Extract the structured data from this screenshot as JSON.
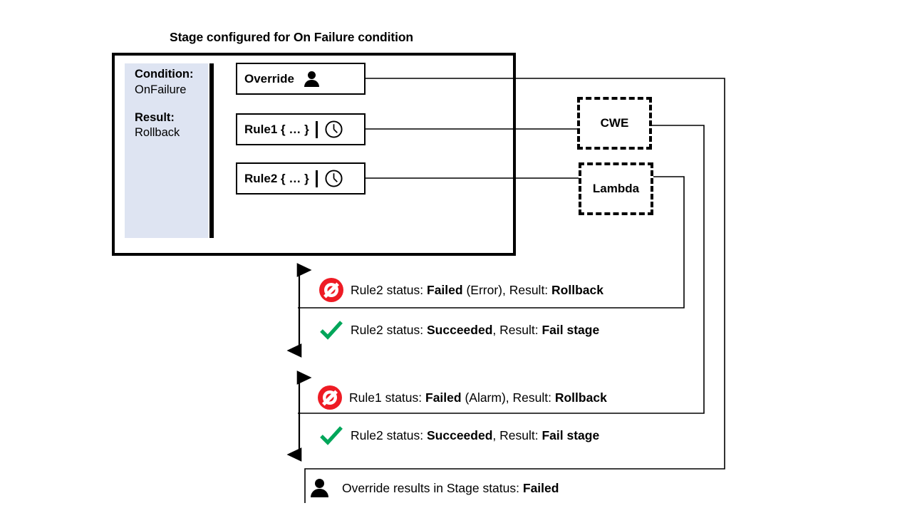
{
  "title": "Stage configured for On Failure condition",
  "condition_panel": {
    "condition_key": "Condition:",
    "condition_value": "OnFailure",
    "result_key": "Result:",
    "result_value": "Rollback"
  },
  "actions": [
    {
      "label": "Override",
      "icon": "person-icon"
    },
    {
      "label": "Rule1 { … }",
      "icon": "clock-icon"
    },
    {
      "label": "Rule2 { … }",
      "icon": "clock-icon"
    }
  ],
  "nodes": [
    {
      "label": "CWE"
    },
    {
      "label": "Lambda"
    }
  ],
  "messages": [
    {
      "icon": "no-entry-icon",
      "parts": [
        {
          "text": "Rule2 status: ",
          "bold": false
        },
        {
          "text": "Failed",
          "bold": true
        },
        {
          "text": " (Error), Result: ",
          "bold": false
        },
        {
          "text": "Rollback",
          "bold": true
        }
      ]
    },
    {
      "icon": "check-icon",
      "parts": [
        {
          "text": "Rule2 status: ",
          "bold": false
        },
        {
          "text": "Succeeded",
          "bold": true
        },
        {
          "text": ", Result: ",
          "bold": false
        },
        {
          "text": "Fail stage",
          "bold": true
        }
      ]
    },
    {
      "icon": "no-entry-icon",
      "parts": [
        {
          "text": "Rule1 status: ",
          "bold": false
        },
        {
          "text": "Failed",
          "bold": true
        },
        {
          "text": " (Alarm), Result: ",
          "bold": false
        },
        {
          "text": "Rollback",
          "bold": true
        }
      ]
    },
    {
      "icon": "check-icon",
      "parts": [
        {
          "text": "Rule2 status: ",
          "bold": false
        },
        {
          "text": "Succeeded",
          "bold": true
        },
        {
          "text": ", Result: ",
          "bold": false
        },
        {
          "text": "Fail stage",
          "bold": true
        }
      ]
    },
    {
      "icon": "person-icon",
      "parts": [
        {
          "text": "Override results in Stage status: ",
          "bold": false
        },
        {
          "text": "Failed",
          "bold": true
        }
      ]
    }
  ],
  "colors": {
    "panel_fill": "#dee4f2",
    "error_red": "#ee1b24",
    "success_green": "#00a65a",
    "stroke": "#000000"
  }
}
